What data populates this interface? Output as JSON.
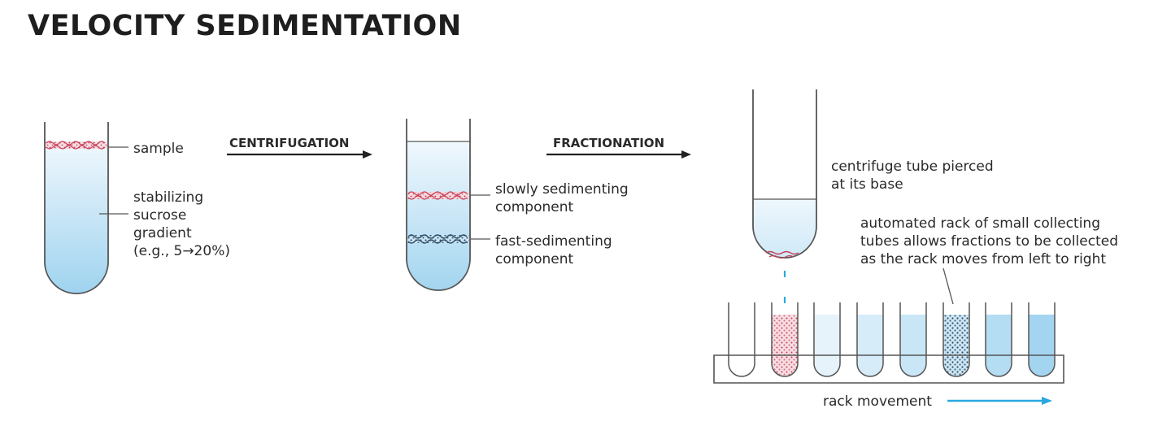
{
  "title": "VELOCITY SEDIMENTATION",
  "steps": {
    "centrifugation": "CENTRIFUGATION",
    "fractionation": "FRACTIONATION"
  },
  "tube1": {
    "sample_label": "sample",
    "gradient_label": [
      "stabilizing",
      "sucrose",
      "gradient",
      "(e.g., 5→20%)"
    ]
  },
  "tube2": {
    "slow_label": [
      "slowly sedimenting",
      "component"
    ],
    "fast_label": [
      "fast-sedimenting",
      "component"
    ]
  },
  "tube3": {
    "label": [
      "centrifuge tube pierced",
      "at its base"
    ],
    "rack_label": [
      "automated rack of small collecting",
      "tubes allows fractions to be collected",
      "as the rack moves from left to right"
    ],
    "rack_movement": "rack movement"
  },
  "colors": {
    "gradient_top": "#eef7fd",
    "gradient_bottom": "#9fd3ef",
    "slow_band": "#c9415a",
    "fast_band": "#2f4f6a",
    "arrow_accent": "#29a8e0"
  }
}
